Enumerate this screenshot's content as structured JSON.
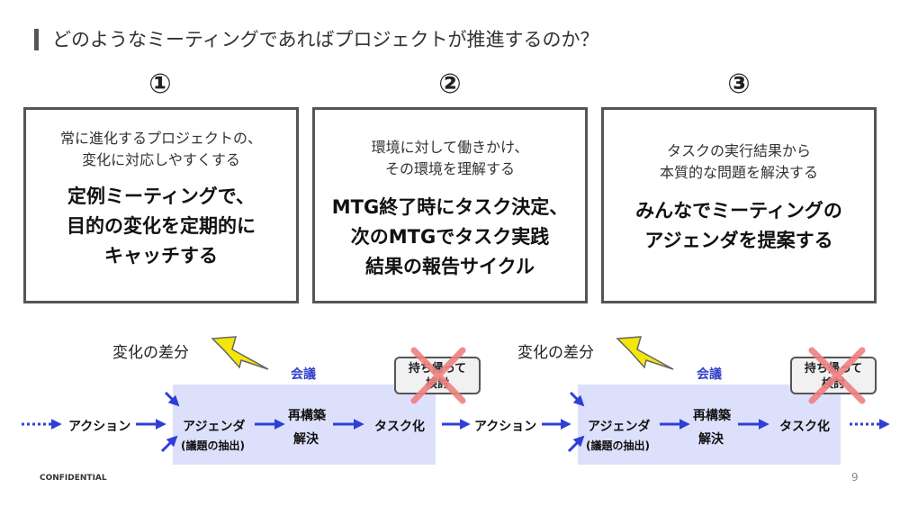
{
  "title": "どのようなミーティングであればプロジェクトが推進するのか？",
  "columns": [
    {
      "number": "①",
      "subtitle": "常に進化するプロジェクトの、\n変化に対応しやすくする",
      "headline": "定例ミーティングで、\n目的の変化を定期的に\nキャッチする"
    },
    {
      "number": "②",
      "subtitle": "環境に対して働きかけ、\nその環境を理解する",
      "headline": "MTG終了時にタスク決定、\n次のMTGでタスク実践\n結果の報告サイクル"
    },
    {
      "number": "③",
      "subtitle": "タスクの実行結果から\n本質的な問題を解決する",
      "headline": "みんなでミーティングの\nアジェンダを提案する"
    }
  ],
  "flow": {
    "diff_label": "変化の差分",
    "meeting_label": "会議",
    "action": "アクション",
    "agenda": "アジェンダ",
    "agenda_note": "(議題の抽出)",
    "rebuild": "再構築",
    "solve": "解決",
    "task": "タスク化",
    "bubble": "持ち帰って\n検討"
  },
  "footer": {
    "confidential": "CONFIDENTIAL",
    "page": "9"
  },
  "colors": {
    "arrow": "#2f3fd6",
    "meeting_bg": "#dde0fb",
    "cross": "#f08080",
    "lightning": "#f5e60a"
  }
}
